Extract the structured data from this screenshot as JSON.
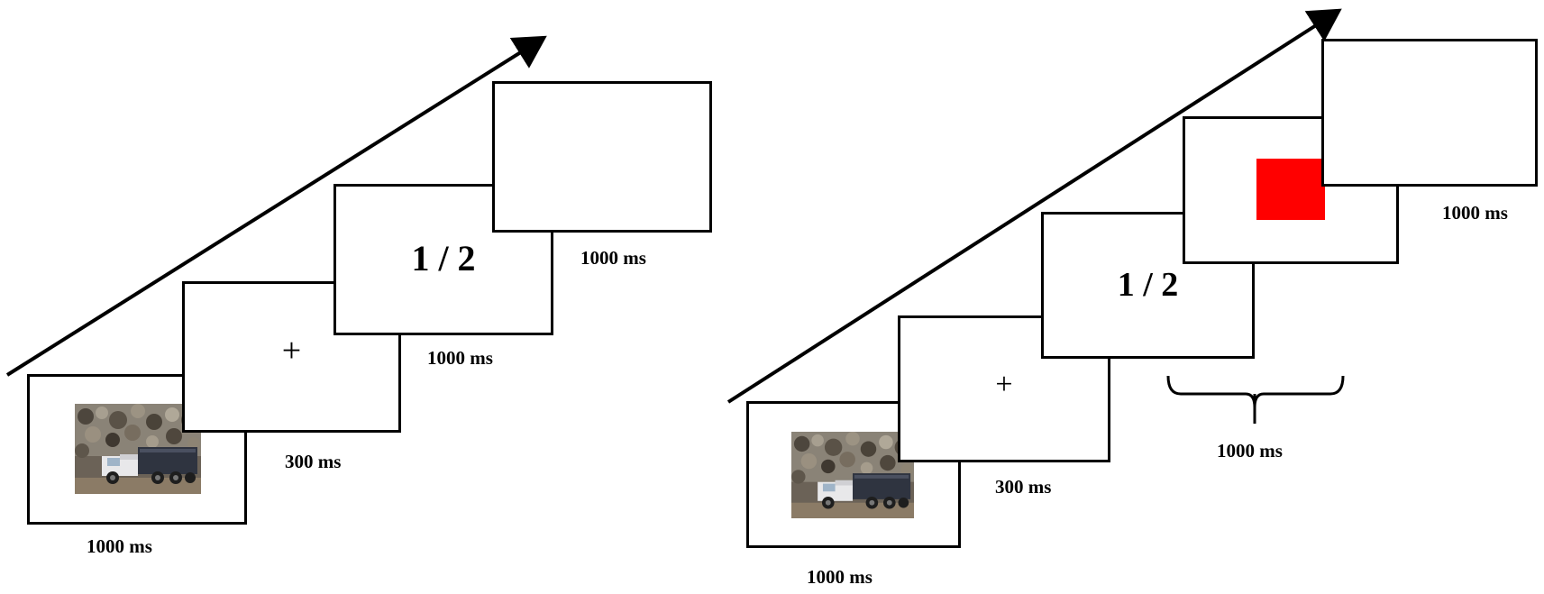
{
  "left_sequence": {
    "frame1_duration": "1000 ms",
    "frame2_symbol": "+",
    "frame2_duration": "300 ms",
    "frame3_symbol": "1 / 2",
    "frame3_duration": "1000 ms",
    "frame4_duration": "1000 ms"
  },
  "right_sequence": {
    "frame1_duration": "1000 ms",
    "frame2_symbol": "+",
    "frame2_duration": "300 ms",
    "frame3_symbol": "1 / 2",
    "frame3_duration": "1000 ms",
    "frame4_duration": "1000 ms"
  },
  "colors": {
    "cue_square": "#ff0000",
    "outline": "#000000",
    "background": "#ffffff"
  },
  "icons": {
    "photo": "truck-scrapyard-photo-icon",
    "time_arrow": "arrow-icon",
    "brace": "curly-brace-icon"
  }
}
